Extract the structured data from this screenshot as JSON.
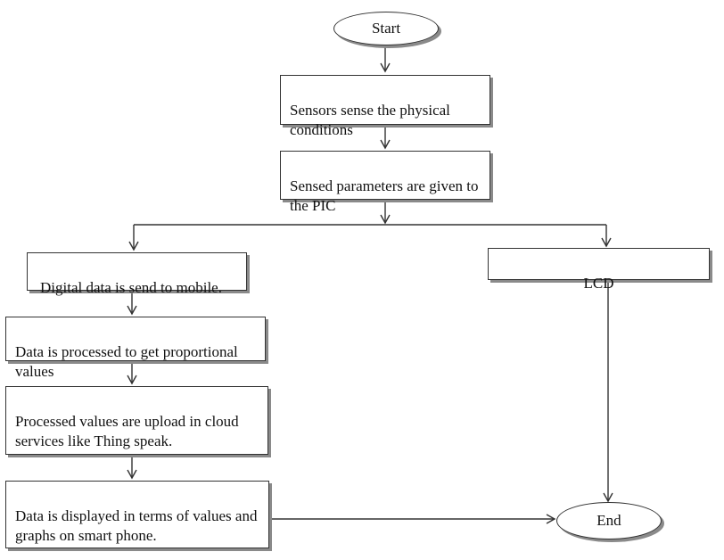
{
  "flowchart": {
    "start": "Start",
    "sense": "Sensors sense the physical conditions",
    "params": "Sensed parameters are given to the PIC",
    "digital": "Digital data is send to mobile.",
    "lcd": "LCD",
    "process": "Data is processed to get proportional values",
    "upload": "Processed values are upload in cloud services like Thing speak.",
    "display": "Data is displayed in terms of values and graphs on smart phone.",
    "end": "End"
  },
  "colors": {
    "border": "#333333",
    "shadow": "#8a8a8a",
    "arrow": "#333333"
  }
}
